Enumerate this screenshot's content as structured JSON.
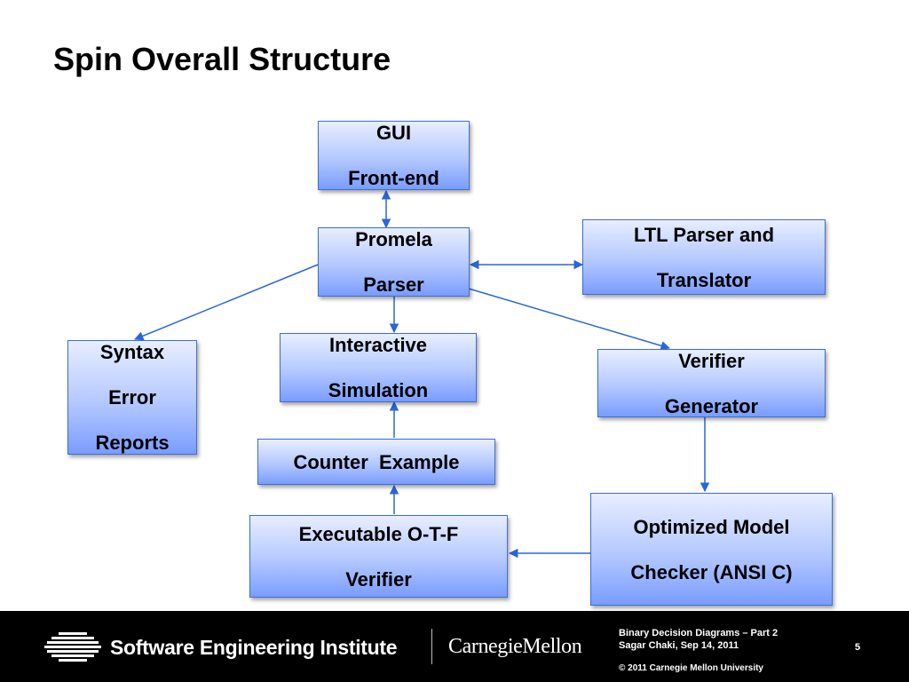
{
  "slide": {
    "title": "Spin Overall Structure"
  },
  "diagram": {
    "nodes": {
      "gui": {
        "line1": "GUI",
        "line2": "Front-end"
      },
      "promela": {
        "line1": "Promela",
        "line2": "Parser"
      },
      "ltl": {
        "line1": "LTL Parser and",
        "line2": "Translator"
      },
      "syntax": {
        "line1": "Syntax",
        "line2": "Error",
        "line3": "Reports"
      },
      "interactive": {
        "line1": "Interactive",
        "line2": "Simulation"
      },
      "verifier_gen": {
        "line1": "Verifier",
        "line2": "Generator"
      },
      "counter": {
        "line1": "Counter  Example"
      },
      "executable": {
        "line1": "Executable O-T-F",
        "line2": "Verifier"
      },
      "optimized": {
        "line1": "Optimized Model",
        "line2": "Checker (ANSI C)"
      }
    },
    "edges": [
      {
        "from": "gui",
        "to": "promela",
        "direction": "both"
      },
      {
        "from": "promela",
        "to": "ltl",
        "direction": "both"
      },
      {
        "from": "promela",
        "to": "syntax",
        "direction": "forward"
      },
      {
        "from": "promela",
        "to": "interactive",
        "direction": "forward"
      },
      {
        "from": "promela",
        "to": "verifier_gen",
        "direction": "forward"
      },
      {
        "from": "verifier_gen",
        "to": "optimized",
        "direction": "forward"
      },
      {
        "from": "optimized",
        "to": "executable",
        "direction": "forward"
      },
      {
        "from": "executable",
        "to": "counter",
        "direction": "forward"
      },
      {
        "from": "counter",
        "to": "interactive",
        "direction": "forward"
      }
    ],
    "colors": {
      "arrow": "#2a66d9",
      "box_border": "#3a6fd8"
    }
  },
  "footer": {
    "institute": "Software Engineering Institute",
    "university": "CarnegieMellon",
    "deck_title": "Binary Decision Diagrams – Part 2",
    "author_date": "Sagar Chaki, Sep 14, 2011",
    "copyright": "© 2011 Carnegie Mellon University",
    "page_number": "5",
    "logo_icon": "sei-striped-globe-icon"
  }
}
